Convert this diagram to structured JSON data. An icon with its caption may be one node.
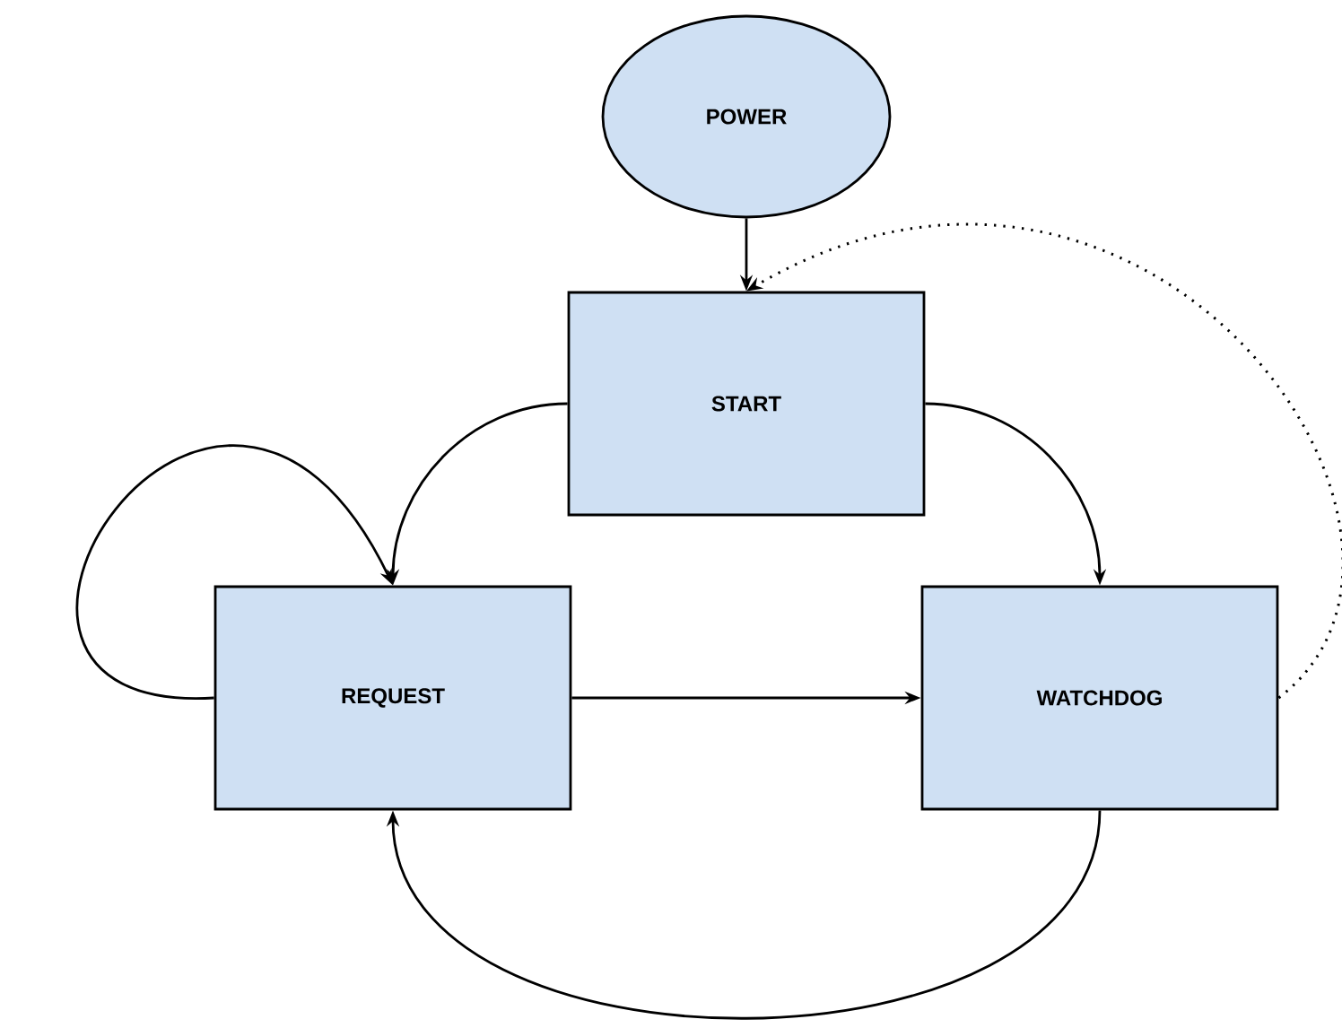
{
  "diagram": {
    "nodes": [
      {
        "text": [
          "POWER"
        ]
      },
      {
        "text": [
          "START"
        ]
      },
      {
        "text": [
          "REQUEST"
        ]
      },
      {
        "text": [
          "WATCHDOG"
        ]
      }
    ],
    "edges": [
      {
        "from": 0,
        "to": 1,
        "arrow": "to"
      },
      {
        "from": 1,
        "to": 2,
        "arrow": "to"
      },
      {
        "from": 2,
        "to": 2,
        "arrow": "to"
      },
      {
        "from": 1,
        "to": 3,
        "arrow": "to"
      },
      {
        "from": 2,
        "to": 3,
        "arrow": "to"
      },
      {
        "from": 3,
        "to": 2,
        "arrow": "to"
      },
      {
        "from": 3,
        "to": 1,
        "arrow": "to",
        "style": "dashed"
      }
    ]
  }
}
